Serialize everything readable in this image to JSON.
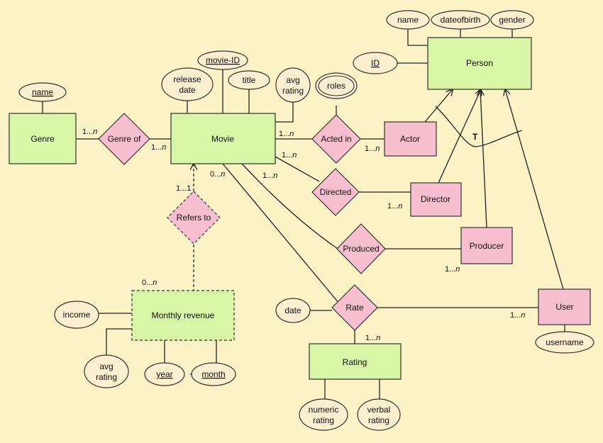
{
  "entities": {
    "person": "Person",
    "genre": "Genre",
    "movie": "Movie",
    "actor": "Actor",
    "director": "Director",
    "producer": "Producer",
    "user": "User",
    "monthly_revenue": "Monthly revenue",
    "rating": "Rating"
  },
  "relationships": {
    "genre_of": "Genre of",
    "acted_in": "Acted in",
    "directed": "Directed",
    "produced": "Produced",
    "refers_to": "Refers to",
    "rate": "Rate"
  },
  "attributes": {
    "name_person": "name",
    "dateofbirth": "dateofbirth",
    "gender": "gender",
    "id": "ID",
    "movie_id": "movie-ID",
    "release_date": [
      "release",
      "date"
    ],
    "title": "title",
    "avg_rating_movie": [
      "avg",
      "rating"
    ],
    "roles": "roles",
    "name_genre": "name",
    "income": "income",
    "avg_rating_revenue": [
      "avg",
      "rating"
    ],
    "year": "year",
    "month": "month",
    "date": "date",
    "username": "username",
    "numeric_rating": [
      "numeric",
      "rating"
    ],
    "verbal_rating": [
      "verbal",
      "rating"
    ]
  },
  "cardinalities": {
    "genre_left": "1...",
    "genre_right": "1...",
    "acted_left": "1...",
    "acted_right": "1...",
    "directed_left": "1...",
    "directed_right": "1...",
    "produced_left": "1...",
    "produced_right": "1...",
    "refers_movie": "1...1",
    "refers_revenue": "0...",
    "rate_movie": "0...",
    "rate_user": "1...",
    "rate_rating": "1...",
    "n": "n"
  },
  "marker": "T"
}
